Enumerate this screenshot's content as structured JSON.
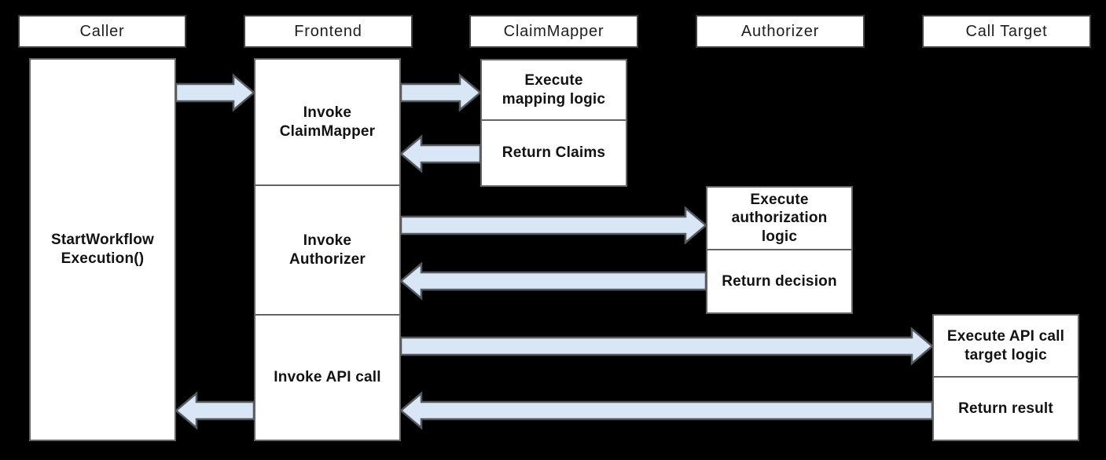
{
  "lanes": [
    {
      "name": "Caller"
    },
    {
      "name": "Frontend"
    },
    {
      "name": "ClaimMapper"
    },
    {
      "name": "Authorizer"
    },
    {
      "name": "Call Target"
    }
  ],
  "caller": {
    "activation": "StartWorkflow Execution()"
  },
  "frontend": {
    "steps": [
      "Invoke ClaimMapper",
      "Invoke Authorizer",
      "Invoke API call"
    ]
  },
  "claimmapper": {
    "steps": [
      "Execute mapping logic",
      "Return Claims"
    ]
  },
  "authorizer": {
    "steps": [
      "Execute authorization logic",
      "Return decision"
    ]
  },
  "call_target": {
    "steps": [
      "Execute API call target logic",
      "Return result"
    ]
  },
  "arrows": [
    {
      "name": "caller-to-frontend",
      "direction": "right"
    },
    {
      "name": "frontend-to-claimmapper",
      "direction": "right"
    },
    {
      "name": "claimmapper-return-to-frontend",
      "direction": "left"
    },
    {
      "name": "frontend-to-authorizer",
      "direction": "right"
    },
    {
      "name": "authorizer-return-to-frontend",
      "direction": "left"
    },
    {
      "name": "frontend-to-calltarget",
      "direction": "right"
    },
    {
      "name": "calltarget-return-to-frontend",
      "direction": "left"
    },
    {
      "name": "frontend-return-to-caller",
      "direction": "left"
    }
  ],
  "colors": {
    "background": "#000000",
    "box_fill": "#ffffff",
    "header_border": "#404040",
    "box_border": "#646464",
    "arrow_fill": "#d8e6f6",
    "arrow_stroke": "#55595e"
  }
}
